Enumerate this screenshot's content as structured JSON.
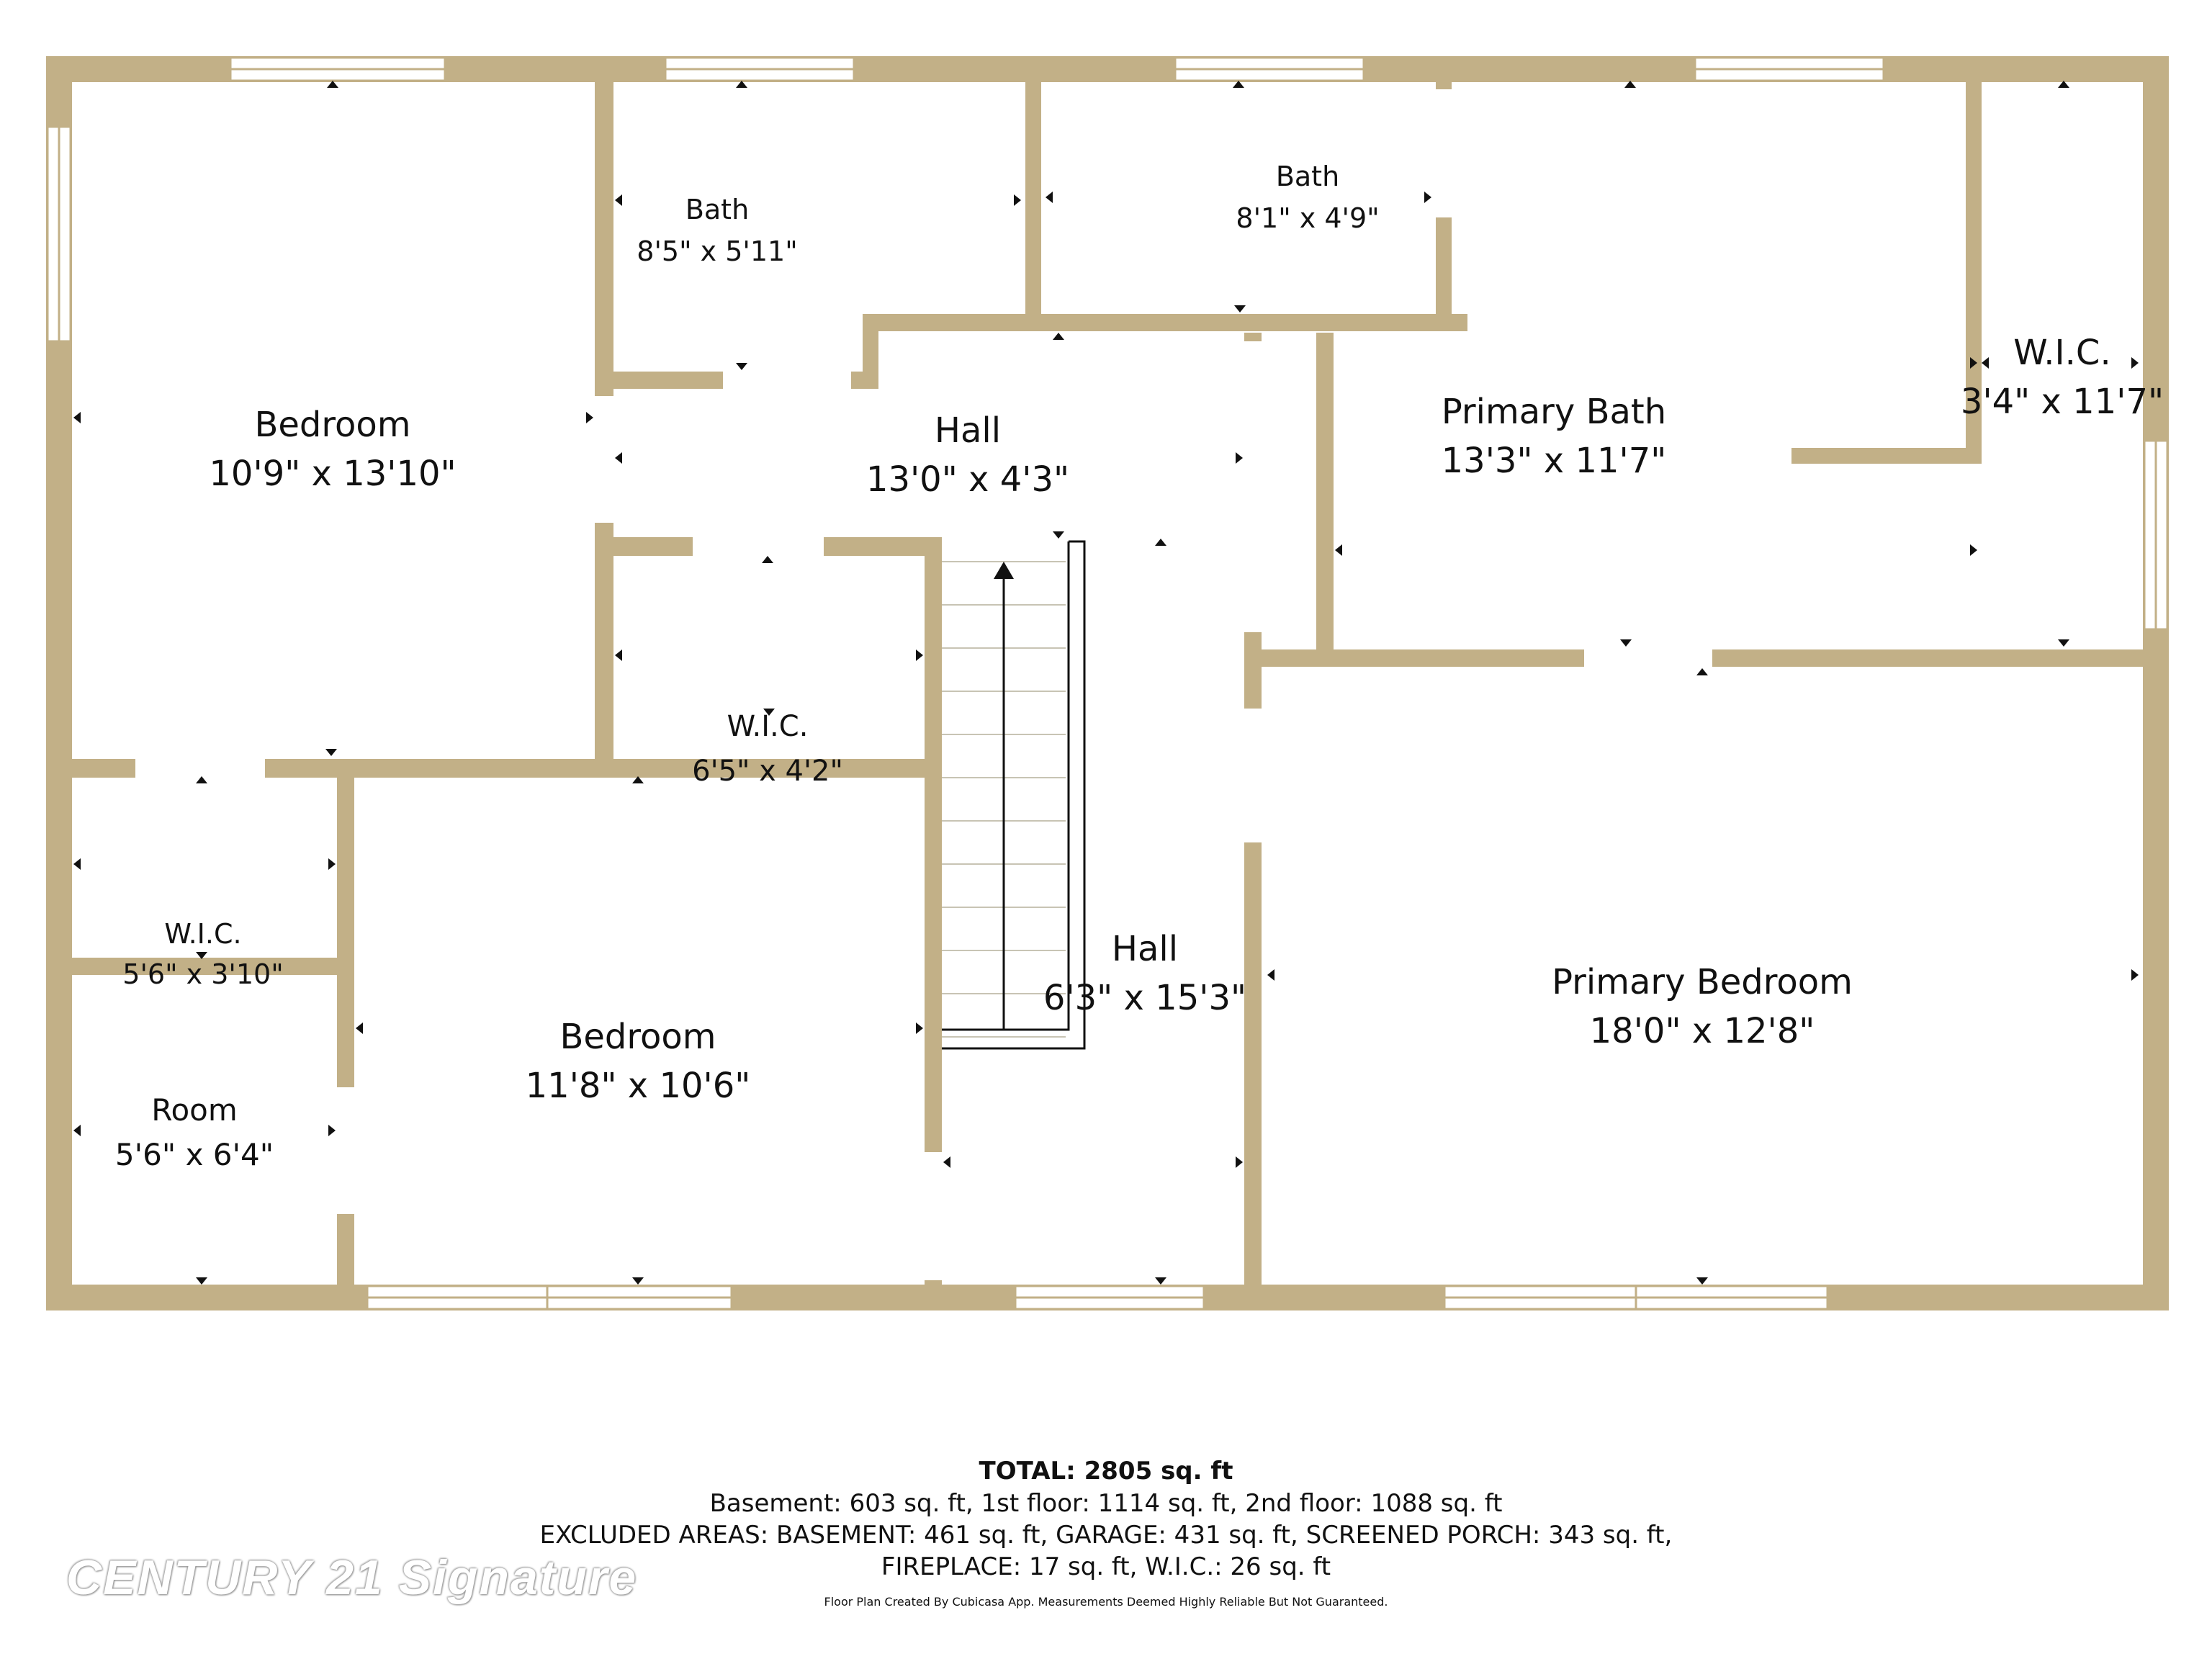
{
  "colors": {
    "wall": "#c2b087",
    "background": "#ffffff",
    "text": "#111111"
  },
  "rooms": {
    "bedroom_nw": {
      "name": "Bedroom",
      "dims": "10'9\" x 13'10\""
    },
    "bath_1": {
      "name": "Bath",
      "dims": "8'5\" x 5'11\""
    },
    "bath_2": {
      "name": "Bath",
      "dims": "8'1\" x 4'9\""
    },
    "primary_bath": {
      "name": "Primary Bath",
      "dims": "13'3\" x 11'7\""
    },
    "wic_ne": {
      "name": "W.I.C.",
      "dims": "3'4\" x 11'7\""
    },
    "hall_upper": {
      "name": "Hall",
      "dims": "13'0\" x 4'3\""
    },
    "wic_center": {
      "name": "W.I.C.",
      "dims": "6'5\" x 4'2\""
    },
    "wic_sw": {
      "name": "W.I.C.",
      "dims": "5'6\" x 3'10\""
    },
    "room_sw": {
      "name": "Room",
      "dims": "5'6\" x 6'4\""
    },
    "bedroom_s": {
      "name": "Bedroom",
      "dims": "11'8\" x 10'6\""
    },
    "hall_lower": {
      "name": "Hall",
      "dims": "6'3\" x 15'3\""
    },
    "primary_bedroom": {
      "name": "Primary Bedroom",
      "dims": "18'0\" x 12'8\""
    }
  },
  "summary": {
    "total": "TOTAL: 2805 sq. ft",
    "floors": "Basement: 603 sq. ft, 1st floor: 1114 sq. ft, 2nd floor: 1088 sq. ft",
    "excluded_line1": "EXCLUDED AREAS: BASEMENT: 461 sq. ft, GARAGE: 431 sq. ft, SCREENED PORCH: 343 sq. ft,",
    "excluded_line2": "FIREPLACE: 17 sq. ft, W.I.C.: 26 sq. ft",
    "disclaimer": "Floor Plan Created By Cubicasa App. Measurements Deemed Highly Reliable But Not Guaranteed."
  },
  "watermark": "CENTURY 21 Signature"
}
